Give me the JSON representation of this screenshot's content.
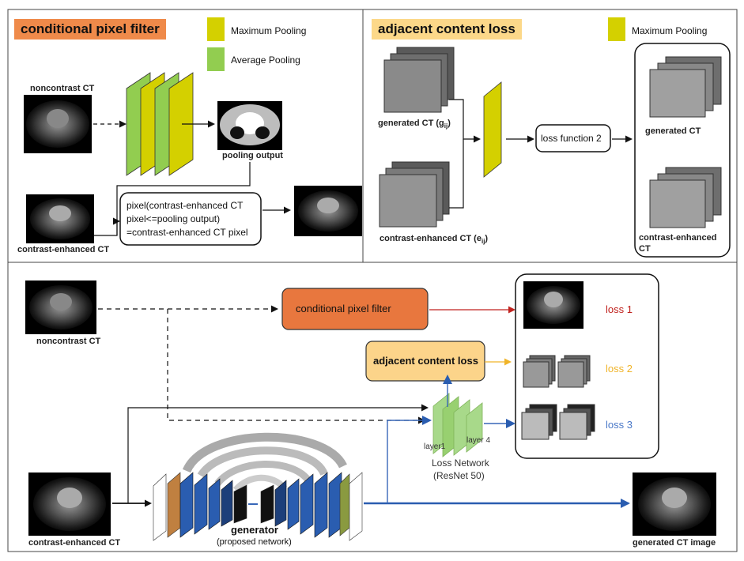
{
  "top_left": {
    "title": "conditional pixel filter",
    "legend_max": "Maximum Pooling",
    "legend_avg": "Average Pooling",
    "noncontrast": "noncontrast CT",
    "pooling_output": "pooling output",
    "contrast_enhanced": "contrast-enhanced CT",
    "rule_line1": "pixel(contrast-enhanced CT",
    "rule_line2": "pixel<=pooling output)",
    "rule_line3": "=contrast-enhanced CT pixel"
  },
  "top_right": {
    "title": "adjacent content loss",
    "legend_max": "Maximum Pooling",
    "generated_label": "generated CT (g",
    "generated_sub": "ij",
    "generated_close": ")",
    "contrast_label": "contrast-enhanced CT (e",
    "contrast_sub": "ij",
    "contrast_close": ")",
    "loss_function": "loss function 2",
    "out_generated": "generated CT",
    "out_contrast": "contrast-enhanced CT"
  },
  "bottom": {
    "noncontrast": "noncontrast CT",
    "cpf_box": "conditional pixel filter",
    "acl_box": "adjacent content loss",
    "loss1": "loss 1",
    "loss2": "loss 2",
    "loss3": "loss 3",
    "layer1": "layer1",
    "layer4": "layer 4",
    "loss_network_1": "Loss Network",
    "loss_network_2": "(ResNet 50)",
    "generator": "generator",
    "generator_sub": "(proposed network)",
    "contrast_enhanced": "contrast-enhanced CT",
    "generated_image": "generated CT image"
  },
  "colors": {
    "orange_title": "#ef8a4a",
    "orange_box": "#e8773e",
    "yellow_title": "#fcd889",
    "yellow_box": "#fcd48a",
    "max_pool": "#d4d000",
    "avg_pool": "#92cd50",
    "loss1": "#c0221e",
    "loss2": "#f0b429",
    "loss3": "#4a78c8",
    "gen_blue": "#2a5db0",
    "arrow_blue": "#3867b8"
  }
}
